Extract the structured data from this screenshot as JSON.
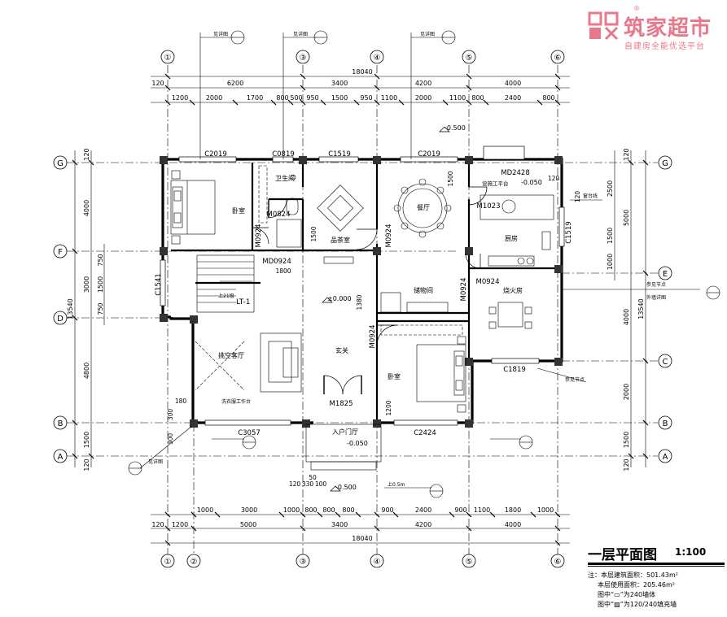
{
  "brand": {
    "name": "筑家超市",
    "slogan": "自建房全能优选平台",
    "registered": "®",
    "color": "#e8788a"
  },
  "title": {
    "main": "一层平面图",
    "scale": "1:100",
    "notes": [
      "注：本层建筑面积：501.43m²",
      "本层使用面积：205.46m²",
      "图中“▭”为240墙体",
      "图中“▨”为120/240填充墙"
    ]
  },
  "axes": {
    "vertical": [
      "①",
      "②",
      "③",
      "④",
      "⑤",
      "⑥"
    ],
    "horizontal": [
      "A",
      "B",
      "C",
      "D",
      "E",
      "F",
      "G"
    ]
  },
  "dims": {
    "top_total": "18040",
    "top_main": [
      "6200",
      "3400",
      "4200",
      "4000"
    ],
    "top_detail": [
      "1200",
      "2000",
      "1700",
      "800",
      "500",
      "950",
      "1500",
      "950",
      "1100",
      "2000",
      "1100",
      "800",
      "2400",
      "800"
    ],
    "bottom_total": "18040",
    "bottom_main": [
      "1200",
      "5000",
      "3400",
      "4200",
      "4000"
    ],
    "bottom_detail": [
      "1000",
      "3000",
      "1000",
      "800",
      "800",
      "800",
      "900",
      "2400",
      "900",
      "1100",
      "1800",
      "1000"
    ],
    "left_total": "13540",
    "left_main": [
      "4000",
      "3000",
      "4800",
      "1500"
    ],
    "left_detail": [
      "750",
      "1500",
      "750"
    ],
    "right_total": "13540",
    "right_main": [
      "5000",
      "4000",
      "2000",
      "1500"
    ],
    "right_detail": [
      "2500",
      "1500",
      "1000"
    ],
    "edge": "120"
  },
  "rooms": {
    "bedroom1": "卧室",
    "bathroom": "卫生间",
    "tea_room": "品茶室",
    "dining": "餐厅",
    "kitchen": "厨房",
    "outdoor_kitchen": "烧火房",
    "storage": "储物间",
    "foyer": "玄关",
    "living": "挑空客厅",
    "bedroom2": "卧室",
    "entrance": "入户门厅",
    "stair": "LT-1",
    "washing": "洗衣服工作台"
  },
  "labels": {
    "C2019a": "C2019",
    "C0819": "C0819",
    "C1519": "C1519",
    "C2019b": "C2019",
    "MD2428": "MD2428",
    "M0824": "M0824",
    "MD0924": "MD0924",
    "M0924a": "M0924",
    "M1023": "M1023",
    "C1519r": "C1519",
    "M0924b": "M0924",
    "C1541": "C1541",
    "M0924c": "M0924",
    "C1819": "C1819",
    "M1825": "M1825",
    "C3057": "C3057",
    "C2424": "C2424",
    "lvl_top": "-0.500",
    "lvl_kitchen": "-0.050",
    "lvl_zero": "±0.000",
    "lvl_entry": "-0.050",
    "lvl_bottom": "-0.500",
    "dim1500a": "1500",
    "dim1500b": "1500",
    "dim1800": "1800",
    "dim1380": "1380",
    "dim1200": "1200",
    "dim180": "180",
    "dim300": "300",
    "dim120": "120",
    "dim330": "330",
    "dim100": "100",
    "dim50": "50",
    "dim120b": "120",
    "dim120c": "120",
    "dim300b": "300",
    "kitchen_note": "设施工平台",
    "east_note1": "参见节点",
    "east_note2": "外墙详图",
    "side_note": "窗台线",
    "stair_note": "上21级",
    "ref_note": "见详图",
    "step_note": "上0.5m"
  }
}
